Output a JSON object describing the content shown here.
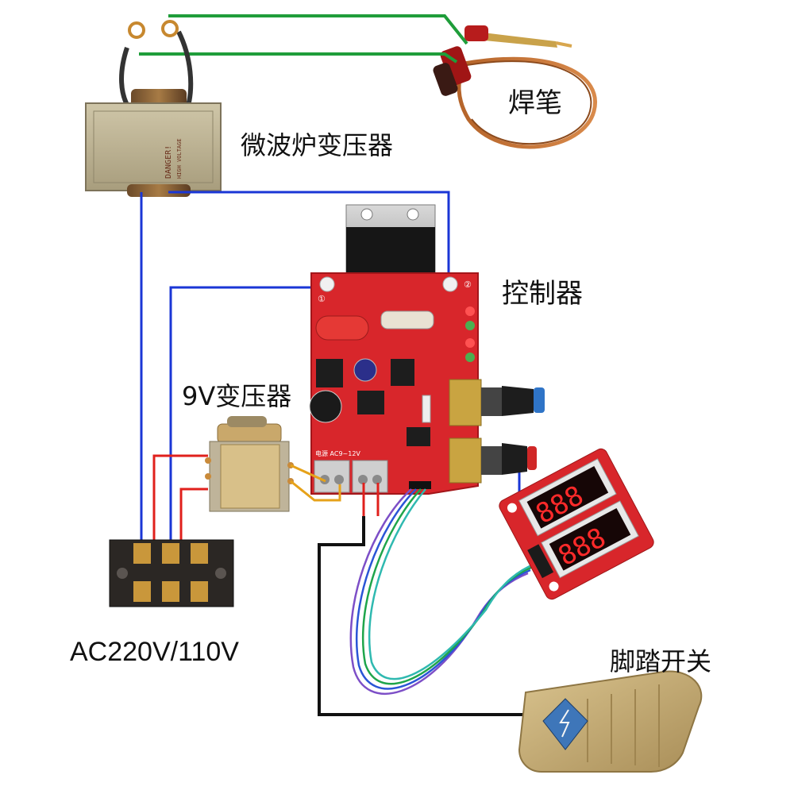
{
  "labels": {
    "welding_pen": "焊笔",
    "microwave_transformer": "微波炉变压器",
    "controller": "控制器",
    "transformer_9v": "9V变压器",
    "ac_input": "AC220V/110V",
    "foot_switch": "脚踏开关"
  },
  "board_silk": {
    "terminal_power": "电源 AC9~12V",
    "mark_1": "①",
    "mark_2": "②"
  },
  "transformer_plate": {
    "warning": "DANGER!",
    "voltage": "HIGH VOLTAGE"
  },
  "display": {
    "top": "888",
    "bottom": "888"
  },
  "colors": {
    "green_wire": "#1f9d3a",
    "blue_wire": "#1a36d6",
    "red_wire": "#e0201c",
    "black_wire": "#111111",
    "yellow_wire": "#e6a21a",
    "board_red": "#d8262b",
    "pedal": "#c8b07a",
    "display_digits": "#ff2a2a"
  },
  "icons": [
    "knob-blue-icon",
    "knob-red-icon",
    "lightning-icon"
  ]
}
